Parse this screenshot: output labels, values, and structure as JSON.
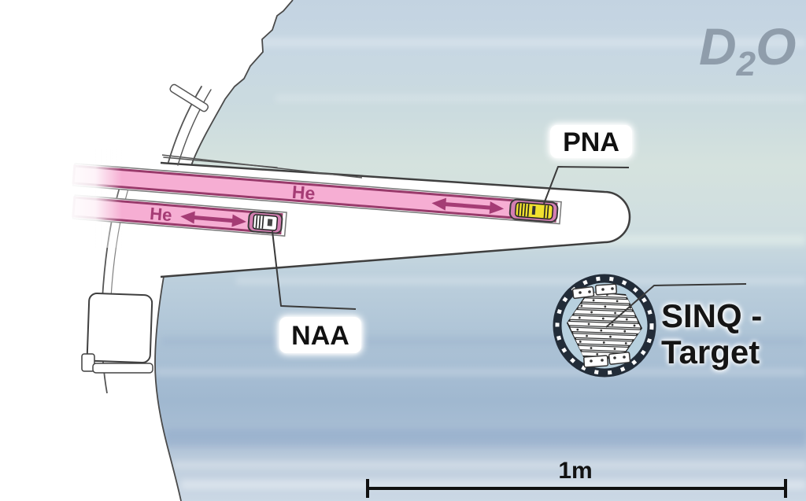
{
  "diagram": {
    "title": "SINQ target region cross-section",
    "labels": {
      "pna": "PNA",
      "naa": "NAA",
      "sinq_line1": "SINQ -",
      "sinq_line2": "Target",
      "he_upper": "He",
      "he_lower": "He",
      "d2o_d": "D",
      "d2o_sub": "2",
      "d2o_o": "O",
      "scale": "1m"
    },
    "colors": {
      "moderator_blue": "#c3d3e1",
      "moderator_green_tint": "#d5e2de",
      "moderator_deep_blue": "#a0b8d0",
      "tube_fill": "#f6aed3",
      "tube_border": "#993a6b",
      "capsule_housing_pink": "#d37fb2",
      "pna_capsule_yellow": "#f1e12f",
      "naa_capsule_white": "#ffffff",
      "arrow_magenta": "#a53c75",
      "he_text": "#a53c75",
      "d2o_text": "#8f9dab",
      "label_text": "#111111",
      "line_art": "#3f3f3f",
      "target_ring_dark": "#222c38",
      "target_inner_blue": "#b7d0de"
    }
  }
}
